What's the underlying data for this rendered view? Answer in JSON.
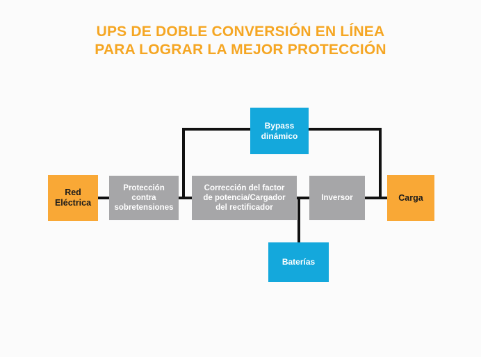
{
  "title": {
    "line1": "UPS DE DOBLE CONVERSIÓN EN LÍNEA",
    "line2": "PARA LOGRAR LA MEJOR PROTECCIÓN",
    "color": "#F5A623"
  },
  "palette": {
    "background": "#FBFBFB",
    "orange": "#F9A836",
    "gray": "#A6A6A8",
    "blue": "#14A8DC",
    "line": "#111111",
    "text_on_orange": "#1A1A1A",
    "text_on_gray": "#FFFFFF",
    "text_on_blue": "#FFFFFF"
  },
  "diagram": {
    "nodes": [
      {
        "id": "red-electrica",
        "label": "Red\nEléctrica",
        "color": "orange"
      },
      {
        "id": "proteccion",
        "label": "Protección\ncontra\nsobretensiones",
        "color": "gray"
      },
      {
        "id": "rectificador",
        "label": "Corrección del factor\nde potencia/Cargador\ndel rectificador",
        "color": "gray"
      },
      {
        "id": "inversor",
        "label": "Inversor",
        "color": "gray"
      },
      {
        "id": "carga",
        "label": "Carga",
        "color": "orange"
      },
      {
        "id": "bypass",
        "label": "Bypass\ndinámico",
        "color": "blue"
      },
      {
        "id": "baterias",
        "label": "Baterías",
        "color": "blue"
      }
    ]
  }
}
